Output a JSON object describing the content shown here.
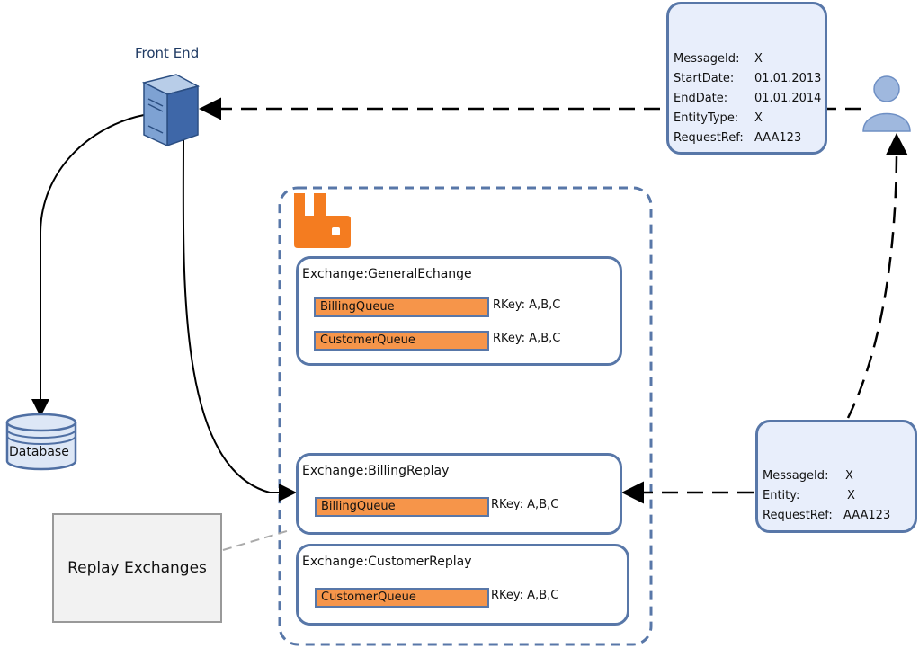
{
  "labels": {
    "front_end": "Front End",
    "database": "Database",
    "replay_exchanges": "Replay Exchanges"
  },
  "request_message": {
    "rows": [
      {
        "key": "MessageId:",
        "value": "X"
      },
      {
        "key": "StartDate:",
        "value": "01.01.2013"
      },
      {
        "key": "EndDate:",
        "value": "01.01.2014"
      },
      {
        "key": "EntityType:",
        "value": "X"
      },
      {
        "key": "RequestRef:",
        "value": "AAA123"
      }
    ]
  },
  "replay_message": {
    "rows": [
      {
        "key": "MessageId:",
        "value": "X"
      },
      {
        "key": "Entity:",
        "value": "X"
      },
      {
        "key": "RequestRef:",
        "value": "AAA123"
      }
    ]
  },
  "exchanges": [
    {
      "title": "Exchange:GeneralEchange",
      "queues": [
        {
          "name": "BillingQueue",
          "rkey": "RKey: A,B,C"
        },
        {
          "name": "CustomerQueue",
          "rkey": "RKey: A,B,C"
        }
      ]
    },
    {
      "title": "Exchange:BillingReplay",
      "queues": [
        {
          "name": "BillingQueue",
          "rkey": "RKey: A,B,C"
        }
      ]
    },
    {
      "title": "Exchange:CustomerReplay",
      "queues": [
        {
          "name": "CustomerQueue",
          "rkey": "RKey: A,B,C"
        }
      ]
    }
  ],
  "colors": {
    "accent_blue": "#5877a8",
    "card_fill": "#e8eefb",
    "queue_orange": "#f6954a",
    "rabbitmq_orange": "#f47c20"
  },
  "icons": [
    "server-icon",
    "database-icon",
    "user-icon",
    "envelope-icon",
    "rabbitmq-logo-icon"
  ]
}
